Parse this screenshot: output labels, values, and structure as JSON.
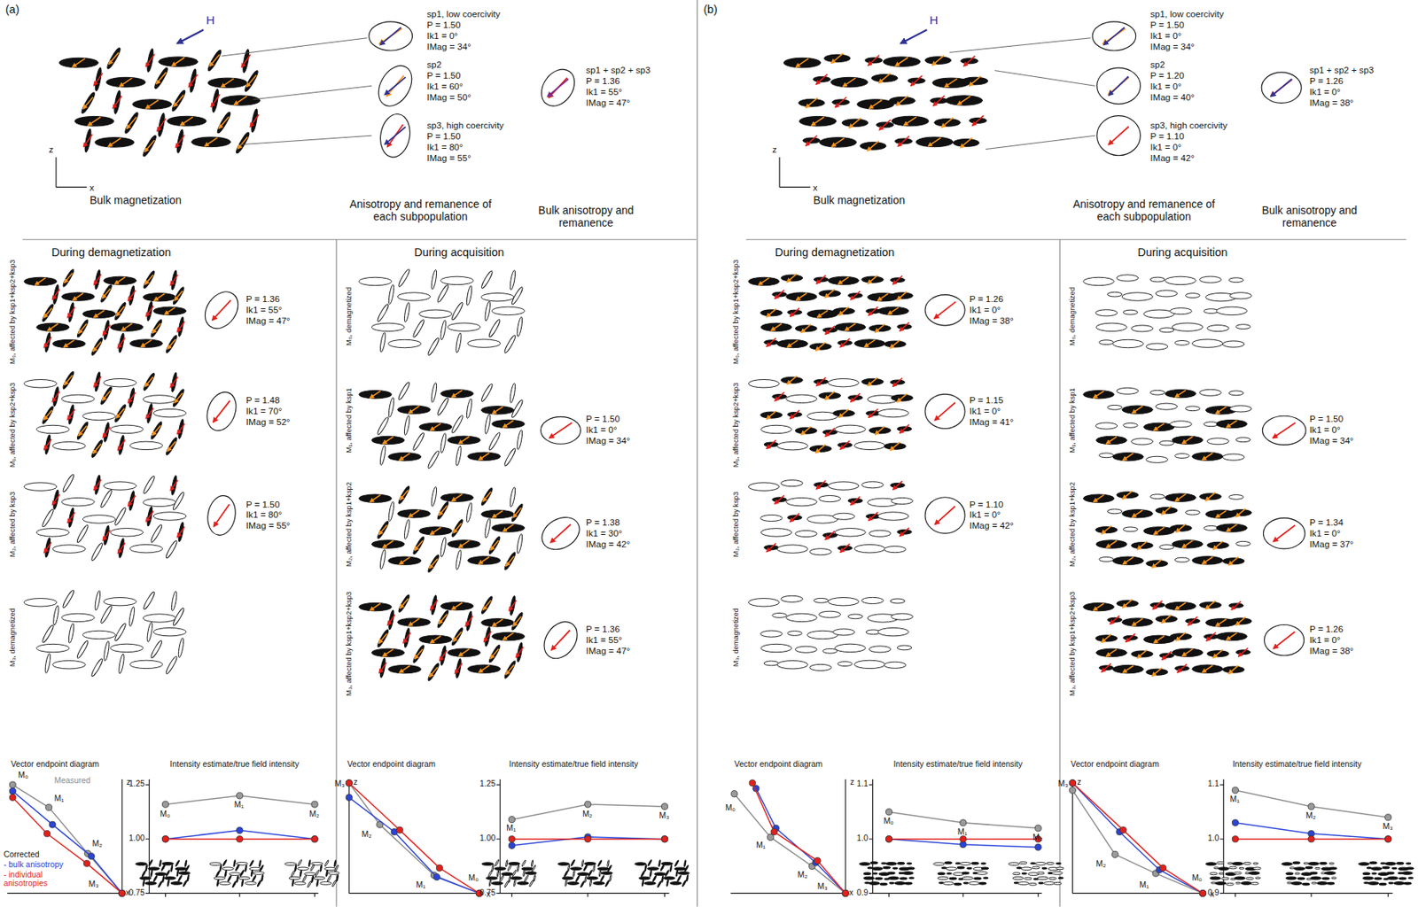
{
  "diagram": {
    "labels": [
      "(a)",
      "H",
      "z",
      "x",
      "Bulk magnetization",
      "sp1, low coercivity",
      "P = 1.50",
      "Ik1 = 0°",
      "IMag = 34°",
      "sp2",
      "P = 1.50",
      "Ik1 = 60°",
      "IMag = 50°",
      "sp3, high coercivity",
      "P = 1.50",
      "Ik1 = 80°",
      "IMag = 55°",
      "sp1 + sp2 + sp3",
      "P = 1.36",
      "Ik1 = 55°",
      "IMag = 47°",
      "Anisotropy and remanence of each subpopulation",
      "Bulk anisotropy and remanence",
      "During demagnetization",
      "During acquisition",
      "M₀, affected by ksp1+ksp2+ksp3",
      "M₁, affected by ksp2+ksp3",
      "M₂, affected by ksp3",
      "M₃, demagnetized",
      "P = 1.36",
      "Ik1 = 55°",
      "IMag = 47°",
      "P = 1.48",
      "Ik1 = 70°",
      "IMag = 52°",
      "P = 1.50",
      "Ik1 = 80°",
      "IMag = 55°",
      "M₀, demagnetized",
      "M₁, affected by ksp1",
      "M₂, affected by ksp1+ksp2",
      "M₃, affected by ksp1+ksp2+ksp3",
      "P = 1.50",
      "Ik1 = 0°",
      "IMag = 34°",
      "P = 1.38",
      "Ik1 = 30°",
      "IMag = 42°",
      "P = 1.36",
      "Ik1 = 55°",
      "IMag = 47°",
      "Vector endpoint diagram",
      "z",
      "x",
      "Measured",
      "M₀",
      "M₁",
      "M₂",
      "M₃",
      "Corrected",
      "Intensity estimate/true field intensity",
      "1.25",
      "1.00",
      "0.75",
      "M₀",
      "M₁",
      "M₂",
      "Vector endpoint diagram",
      "z",
      "x",
      "M₃",
      "M₂",
      "M₁",
      "M₀",
      "Intensity estimate/true field intensity",
      "1.25",
      "1.00",
      "0.75",
      "M₁",
      "M₂",
      "M₃",
      "(b)",
      "H",
      "z",
      "x",
      "Bulk magnetization",
      "sp1, low coercivity",
      "P = 1.50",
      "Ik1 = 0°",
      "IMag = 34°",
      "sp2",
      "P = 1.20",
      "Ik1 = 0°",
      "IMag = 40°",
      "sp3, high coercivity",
      "P = 1.10",
      "Ik1 = 0°",
      "IMag = 42°",
      "sp1 + sp2 + sp3",
      "P = 1.26",
      "Ik1 = 0°",
      "IMag = 38°",
      "Anisotropy and remanence of each subpopulation",
      "Bulk anisotropy and remanence",
      "During demagnetization",
      "During acquisition",
      "M₀, affected by ksp1+ksp2+ksp3",
      "M₁, affected by ksp2+ksp3",
      "M₂, affected by ksp3",
      "M₃, demagnetized",
      "P = 1.26",
      "Ik1 = 0°",
      "IMag = 38°",
      "P = 1.15",
      "Ik1 = 0°",
      "IMag = 41°",
      "P = 1.10",
      "Ik1 = 0°",
      "IMag = 42°",
      "M₀, demagnetized",
      "M₁, affected by ksp1",
      "M₂, affected by ksp1+ksp2",
      "M₃, affected by ksp1+ksp2+ksp3",
      "P = 1.50",
      "Ik1 = 0°",
      "IMag = 34°",
      "P = 1.34",
      "Ik1 = 0°",
      "IMag = 37°",
      "P = 1.26",
      "Ik1 = 0°",
      "IMag = 38°",
      "Vector endpoint diagram",
      "z",
      "x",
      "M₀",
      "M₁",
      "M₂",
      "M₃",
      "Intensity estimate/true field intensity",
      "1.1",
      "1.0",
      "0.9",
      "M₀",
      "M₁",
      "M₂",
      "Vector endpoint diagram",
      "z",
      "x",
      "M₃",
      "M₂",
      "M₁",
      "M₀",
      "Intensity estimate/true field intensity",
      "1.1",
      "1.0",
      "0.9",
      "M₁",
      "M₂",
      "M₃"
    ],
    "legend": [
      {
        "text": "- bulk anisotropy",
        "color": "#2a44d8"
      },
      {
        "text": "- individual anisotropies",
        "color": "#e3201b"
      }
    ]
  }
}
